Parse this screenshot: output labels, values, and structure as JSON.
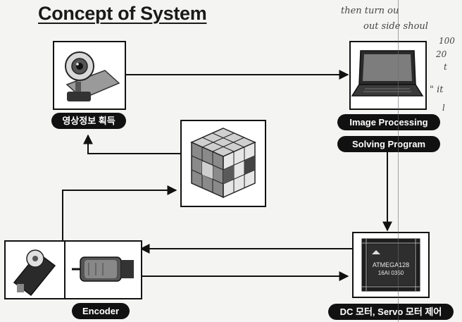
{
  "title": "Concept of System",
  "labels": {
    "acquire": "영상정보 획득",
    "image_processing": "Image Processing",
    "solving": "Solving Program",
    "encoder": "Encoder",
    "motor_control": "DC 모터, Servo 모터 제어"
  },
  "chip": {
    "line1": "ATMEGA128",
    "line2": "16AI 0350"
  },
  "handwriting": [
    "then turn ou",
    "out side shoul",
    "100",
    "20",
    "t",
    "\" it",
    "l"
  ]
}
